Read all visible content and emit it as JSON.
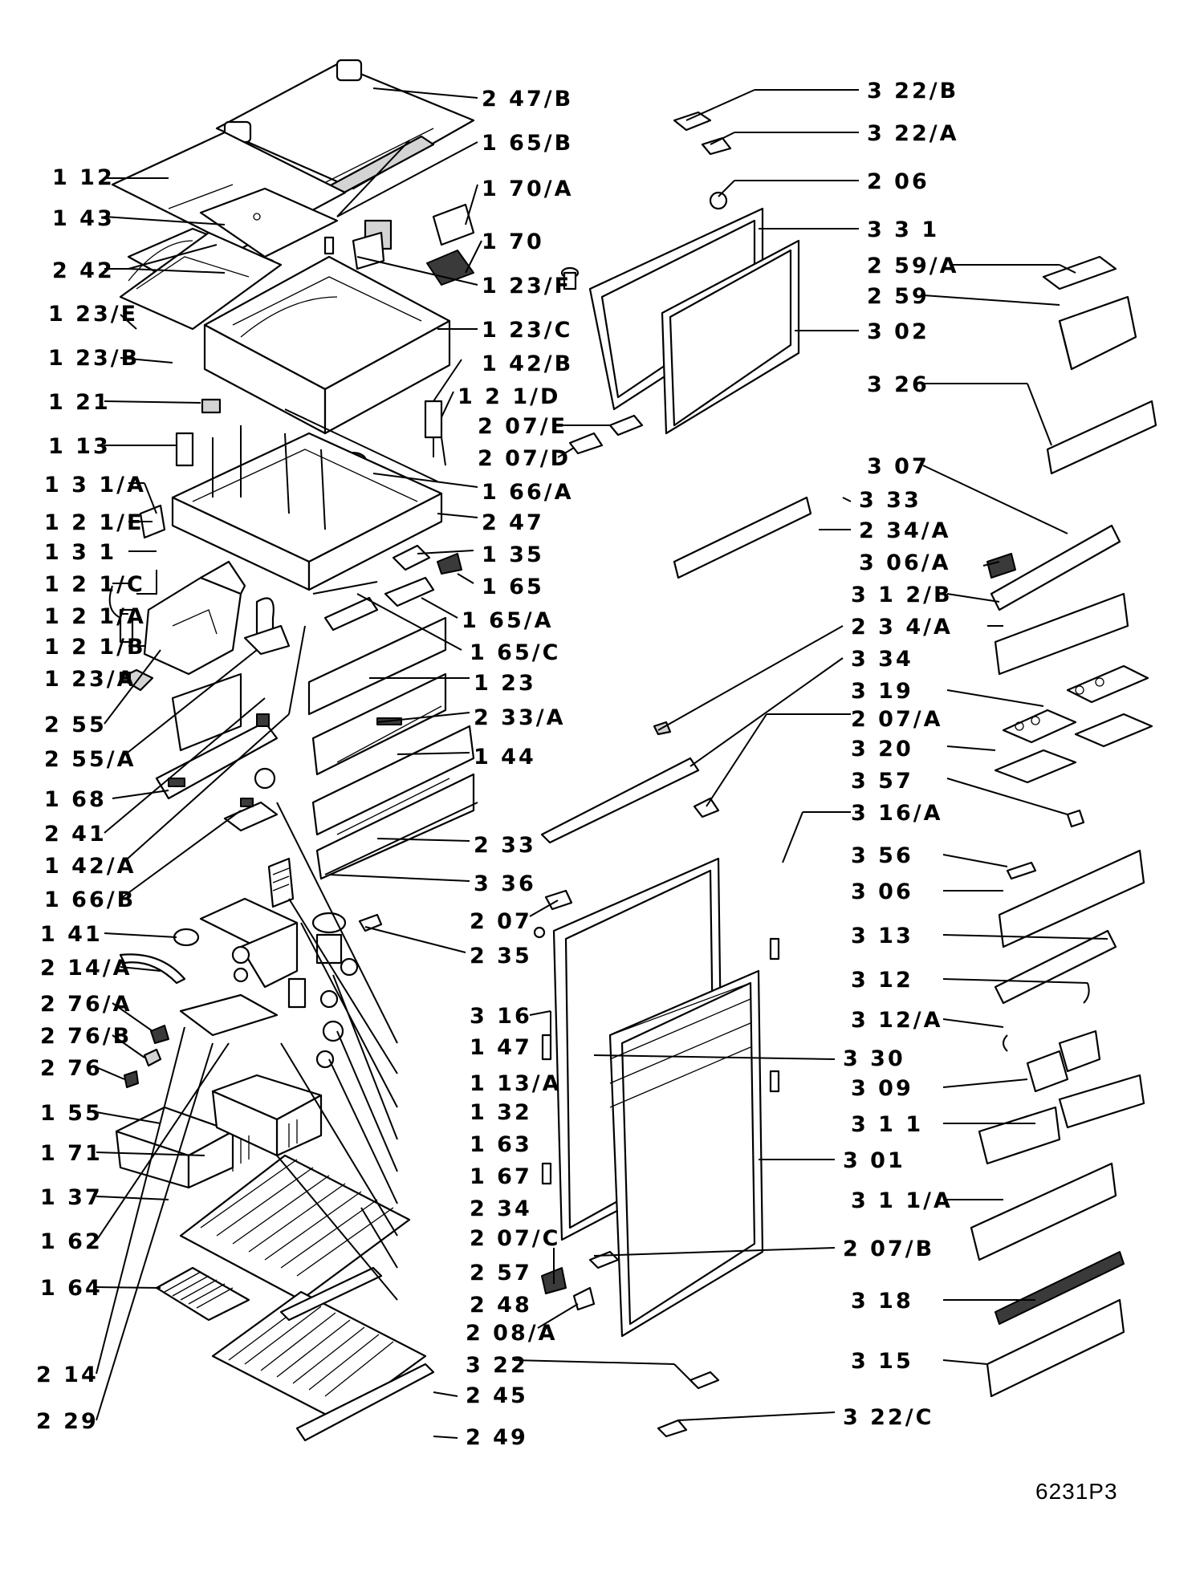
{
  "drawing_code": "6231P3",
  "callouts": [
    {
      "id": "c-247B",
      "text": "2 47/B"
    },
    {
      "id": "c-165B",
      "text": "1 65/B"
    },
    {
      "id": "c-170A",
      "text": "1 70/A"
    },
    {
      "id": "c-170",
      "text": "1 70"
    },
    {
      "id": "c-123F",
      "text": "1 23/F"
    },
    {
      "id": "c-123C",
      "text": "1 23/C"
    },
    {
      "id": "c-142B",
      "text": "1 42/B"
    },
    {
      "id": "c-121D",
      "text": "1 2 1/D"
    },
    {
      "id": "c-166A",
      "text": "1 66/A"
    },
    {
      "id": "c-247",
      "text": "2 47"
    },
    {
      "id": "c-135",
      "text": "1 35"
    },
    {
      "id": "c-165",
      "text": "1 65"
    },
    {
      "id": "c-165A",
      "text": "1 65/A"
    },
    {
      "id": "c-165C",
      "text": "1 65/C"
    },
    {
      "id": "c-123",
      "text": "1 23"
    },
    {
      "id": "c-233A",
      "text": "2 33/A"
    },
    {
      "id": "c-144",
      "text": "1 44"
    },
    {
      "id": "c-233",
      "text": "2 33"
    },
    {
      "id": "c-336",
      "text": "3 36"
    },
    {
      "id": "c-207",
      "text": "2 07"
    },
    {
      "id": "c-235",
      "text": "2 35"
    },
    {
      "id": "c-316",
      "text": "3 16"
    },
    {
      "id": "c-147",
      "text": "1 47"
    },
    {
      "id": "c-113A",
      "text": "1 13/A"
    },
    {
      "id": "c-132",
      "text": "1 32"
    },
    {
      "id": "c-163",
      "text": "1 63"
    },
    {
      "id": "c-167",
      "text": "1 67"
    },
    {
      "id": "c-234",
      "text": "2 34"
    },
    {
      "id": "c-257",
      "text": "2 57"
    },
    {
      "id": "c-248",
      "text": "2 48"
    },
    {
      "id": "c-207C",
      "text": "2 07/C"
    },
    {
      "id": "c-208A",
      "text": "2 08/A"
    },
    {
      "id": "c-322",
      "text": "3 22"
    },
    {
      "id": "c-245",
      "text": "2 45"
    },
    {
      "id": "c-249",
      "text": "2 49"
    },
    {
      "id": "c-112",
      "text": "1 12"
    },
    {
      "id": "c-143",
      "text": "1 43"
    },
    {
      "id": "c-242",
      "text": "2 42"
    },
    {
      "id": "c-123E",
      "text": "1 23/E"
    },
    {
      "id": "c-123B",
      "text": "1 23/B"
    },
    {
      "id": "c-121",
      "text": "1 21"
    },
    {
      "id": "c-113",
      "text": "1 13"
    },
    {
      "id": "c-131A",
      "text": "1 3 1/A"
    },
    {
      "id": "c-121E",
      "text": "1 2 1/E"
    },
    {
      "id": "c-131",
      "text": "1 3 1"
    },
    {
      "id": "c-121C",
      "text": "1 2 1/C"
    },
    {
      "id": "c-121A",
      "text": "1 2 1/A"
    },
    {
      "id": "c-121B",
      "text": "1 2 1/B"
    },
    {
      "id": "c-123A",
      "text": "1 23/A"
    },
    {
      "id": "c-255",
      "text": "2 55"
    },
    {
      "id": "c-255A",
      "text": "2 55/A"
    },
    {
      "id": "c-168",
      "text": "1 68"
    },
    {
      "id": "c-241",
      "text": "2 41"
    },
    {
      "id": "c-142A",
      "text": "1 42/A"
    },
    {
      "id": "c-166B",
      "text": "1 66/B"
    },
    {
      "id": "c-141",
      "text": "1 41"
    },
    {
      "id": "c-214A",
      "text": "2 14/A"
    },
    {
      "id": "c-276A",
      "text": "2 76/A"
    },
    {
      "id": "c-276B",
      "text": "2 76/B"
    },
    {
      "id": "c-276",
      "text": "2 76"
    },
    {
      "id": "c-155",
      "text": "1 55"
    },
    {
      "id": "c-171",
      "text": "1 71"
    },
    {
      "id": "c-137",
      "text": "1 37"
    },
    {
      "id": "c-162",
      "text": "1 62"
    },
    {
      "id": "c-164",
      "text": "1 64"
    },
    {
      "id": "c-214",
      "text": "2 14"
    },
    {
      "id": "c-229",
      "text": "2 29"
    },
    {
      "id": "c-322B",
      "text": "3 22/B"
    },
    {
      "id": "c-322A",
      "text": "3 22/A"
    },
    {
      "id": "c-206",
      "text": "2 06"
    },
    {
      "id": "c-331",
      "text": "3 3 1"
    },
    {
      "id": "c-259A",
      "text": "2 59/A"
    },
    {
      "id": "c-259",
      "text": "2 59"
    },
    {
      "id": "c-302",
      "text": "3 02"
    },
    {
      "id": "c-326",
      "text": "3 26"
    },
    {
      "id": "c-207E",
      "text": "2 07/E"
    },
    {
      "id": "c-207D",
      "text": "2 07/D"
    },
    {
      "id": "c-307",
      "text": "3 07"
    },
    {
      "id": "c-333",
      "text": "3 33"
    },
    {
      "id": "c-234A1",
      "text": "2 34/A"
    },
    {
      "id": "c-306A",
      "text": "3 06/A"
    },
    {
      "id": "c-312B",
      "text": "3 1 2/B"
    },
    {
      "id": "c-234A2",
      "text": "2 3 4/A"
    },
    {
      "id": "c-334",
      "text": "3 34"
    },
    {
      "id": "c-319",
      "text": "3 19"
    },
    {
      "id": "c-207A",
      "text": "2 07/A"
    },
    {
      "id": "c-320",
      "text": "3 20"
    },
    {
      "id": "c-357",
      "text": "3 57"
    },
    {
      "id": "c-316A",
      "text": "3 16/A"
    },
    {
      "id": "c-356",
      "text": "3 56"
    },
    {
      "id": "c-306",
      "text": "3 06"
    },
    {
      "id": "c-313",
      "text": "3 13"
    },
    {
      "id": "c-312",
      "text": "3 12"
    },
    {
      "id": "c-312A",
      "text": "3 12/A"
    },
    {
      "id": "c-330",
      "text": "3 30"
    },
    {
      "id": "c-309",
      "text": "3 09"
    },
    {
      "id": "c-311",
      "text": "3 1 1"
    },
    {
      "id": "c-301",
      "text": "3 01"
    },
    {
      "id": "c-311A",
      "text": "3 1 1/A"
    },
    {
      "id": "c-207B",
      "text": "2 07/B"
    },
    {
      "id": "c-318",
      "text": "3 18"
    },
    {
      "id": "c-315",
      "text": "3 15"
    },
    {
      "id": "c-322C",
      "text": "3 22/C"
    }
  ]
}
